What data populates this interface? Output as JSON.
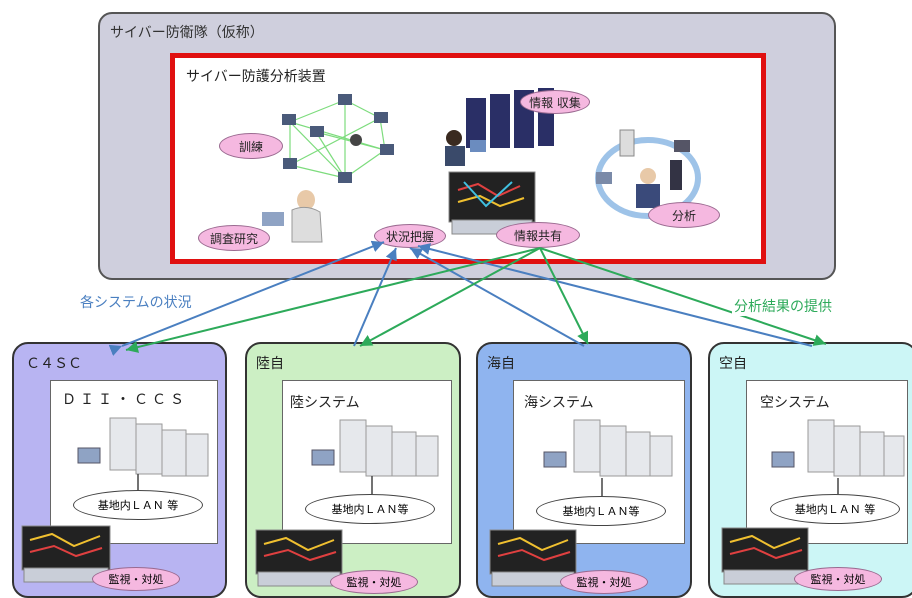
{
  "top": {
    "outer_title": "サイバー防衛隊（仮称）",
    "inner_title": "サイバー防護分析装置",
    "nodes": {
      "training": "訓練",
      "research": "調査研究",
      "collection": "情報 収集",
      "analysis": "分析",
      "situation": "状況把握",
      "sharing": "情報共有"
    }
  },
  "flows": {
    "status_label": "各システムの状況",
    "results_label": "分析結果の提供",
    "status_color": "#4a7fc0",
    "results_color": "#2daa5a"
  },
  "sites": [
    {
      "name": "Ｃ４ＳＣ",
      "system": "ＤＩＩ・ＣＣＳ",
      "lan": "基地内ＬＡＮ 等",
      "monitor": "監視・対処",
      "color": "#b8b4f2"
    },
    {
      "name": "陸自",
      "system": "陸システム",
      "lan": "基地内ＬＡＮ等",
      "monitor": "監視・対処",
      "color": "#ccefc4"
    },
    {
      "name": "海自",
      "system": "海システム",
      "lan": "基地内ＬＡＮ等",
      "monitor": "監視・対処",
      "color": "#8fb4ef"
    },
    {
      "name": "空自",
      "system": "空システム",
      "lan": "基地内ＬＡＮ 等",
      "monitor": "監視・対処",
      "color": "#ccf6f6"
    }
  ]
}
